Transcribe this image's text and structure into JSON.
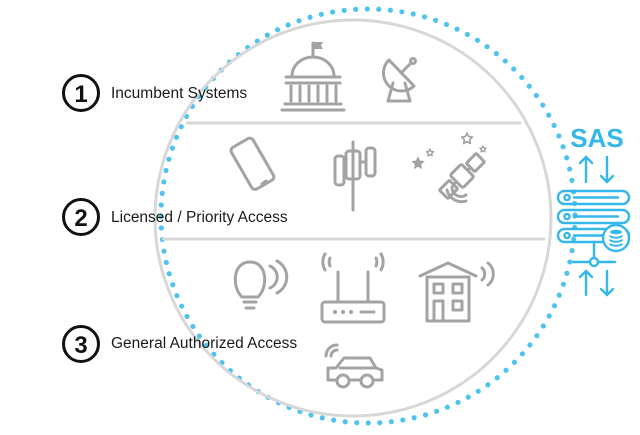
{
  "tiers": [
    {
      "number": "1",
      "label": "Incumbent Systems",
      "icons": [
        "government-building-icon",
        "satellite-dish-icon"
      ]
    },
    {
      "number": "2",
      "label": "Licensed / Priority Access",
      "icons": [
        "smartphone-icon",
        "cell-tower-icon",
        "satellite-icon"
      ]
    },
    {
      "number": "3",
      "label": "General Authorized Access",
      "icons": [
        "smart-bulb-icon",
        "wifi-router-icon",
        "connected-home-icon",
        "connected-car-icon"
      ]
    }
  ],
  "sas": {
    "label": "SAS",
    "icons": [
      "up-down-arrows-icon",
      "server-stack-icon",
      "database-icon"
    ]
  },
  "colors": {
    "accent": "#35b7ea",
    "dots": "#4ec3f0",
    "ring": "#d7d7d7",
    "icon": "#a3a3a3",
    "text": "#1a1a1a"
  }
}
